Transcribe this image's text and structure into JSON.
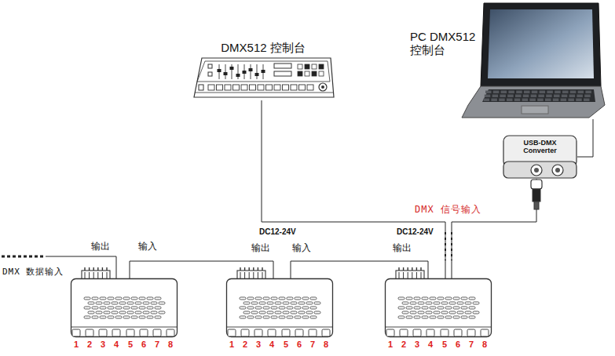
{
  "diagram": {
    "nodes": [
      {
        "text": [
          "DMX512 控制台"
        ]
      },
      {
        "text": [
          "PC DMX512 控制台"
        ]
      },
      {
        "text": [
          "USB-DMX Converter"
        ]
      },
      {
        "text": [
          "1",
          "2",
          "3",
          "4",
          "5",
          "6",
          "7",
          "8"
        ]
      },
      {
        "text": [
          "1",
          "2",
          "3",
          "4",
          "5",
          "6",
          "7",
          "8"
        ]
      },
      {
        "text": [
          "1",
          "2",
          "3",
          "4",
          "5",
          "6",
          "7",
          "8"
        ]
      }
    ],
    "edges": [
      {
        "from": 0,
        "to": 5,
        "arrow": "none"
      },
      {
        "from": 1,
        "to": 2,
        "arrow": "none"
      },
      {
        "from": 2,
        "to": 5,
        "arrow": "none"
      },
      {
        "from": 5,
        "to": 4,
        "arrow": "none"
      },
      {
        "from": 4,
        "to": 3,
        "arrow": "none"
      }
    ],
    "labels": [
      "DMX 信号输入",
      "输出",
      "输入",
      "DC12-24V",
      "输出",
      "输入",
      "DC12-24V",
      "输出",
      "DMX 数据输入"
    ]
  }
}
